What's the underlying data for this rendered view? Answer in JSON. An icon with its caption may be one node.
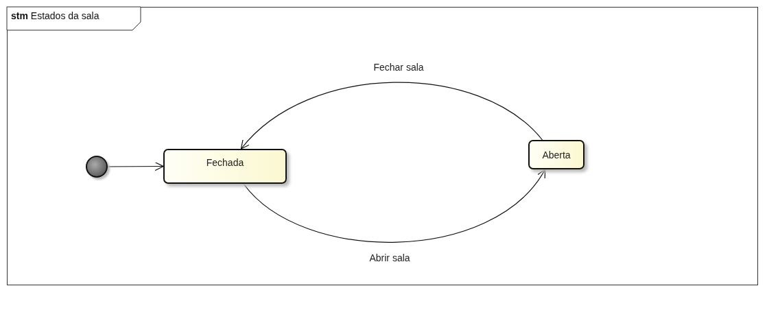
{
  "diagram": {
    "title": "**stm** Estados da sala",
    "nodes": [
      {
        "text": [],
        "shape": "circle"
      },
      {
        "text": [
          "Fechada"
        ]
      },
      {
        "text": [
          "Aberta"
        ]
      }
    ],
    "edges": [
      {
        "from": 0,
        "to": 1,
        "arrow": "to"
      },
      {
        "from": 2,
        "to": 1,
        "arrow": "to",
        "label": "Fechar sala"
      },
      {
        "from": 1,
        "to": 2,
        "arrow": "to",
        "label": "Abrir sala"
      }
    ]
  }
}
